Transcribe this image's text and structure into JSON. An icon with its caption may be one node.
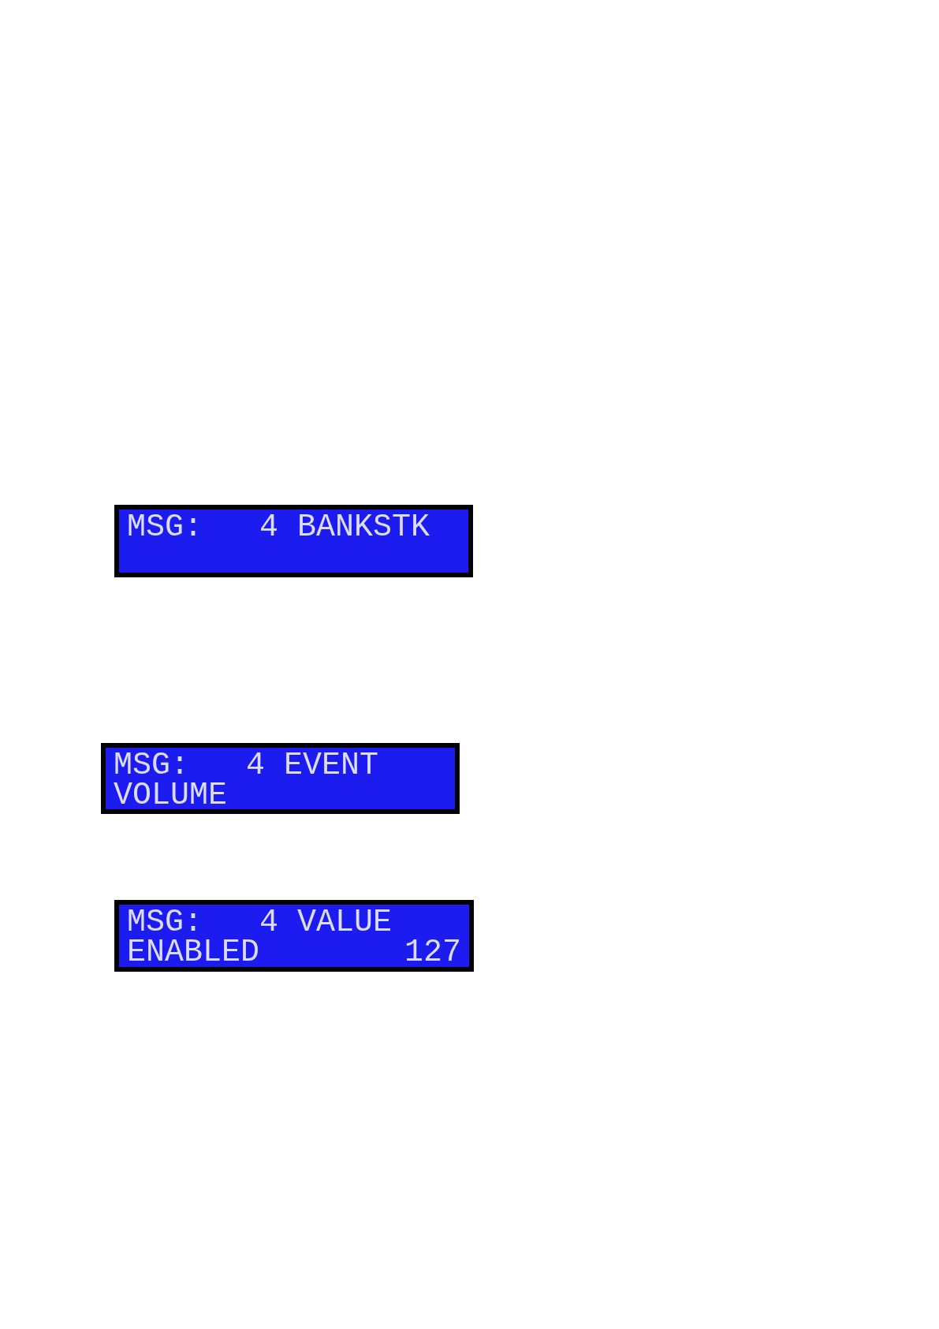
{
  "diagram": {
    "nodes": [
      {
        "text": [
          "MSG:   4 BANKSTK"
        ]
      },
      {
        "text": [
          "MSG:   4 EVENT",
          "VOLUME"
        ]
      },
      {
        "text": [
          "MSG:   4 VALUE",
          "ENABLED",
          "127"
        ]
      }
    ]
  }
}
